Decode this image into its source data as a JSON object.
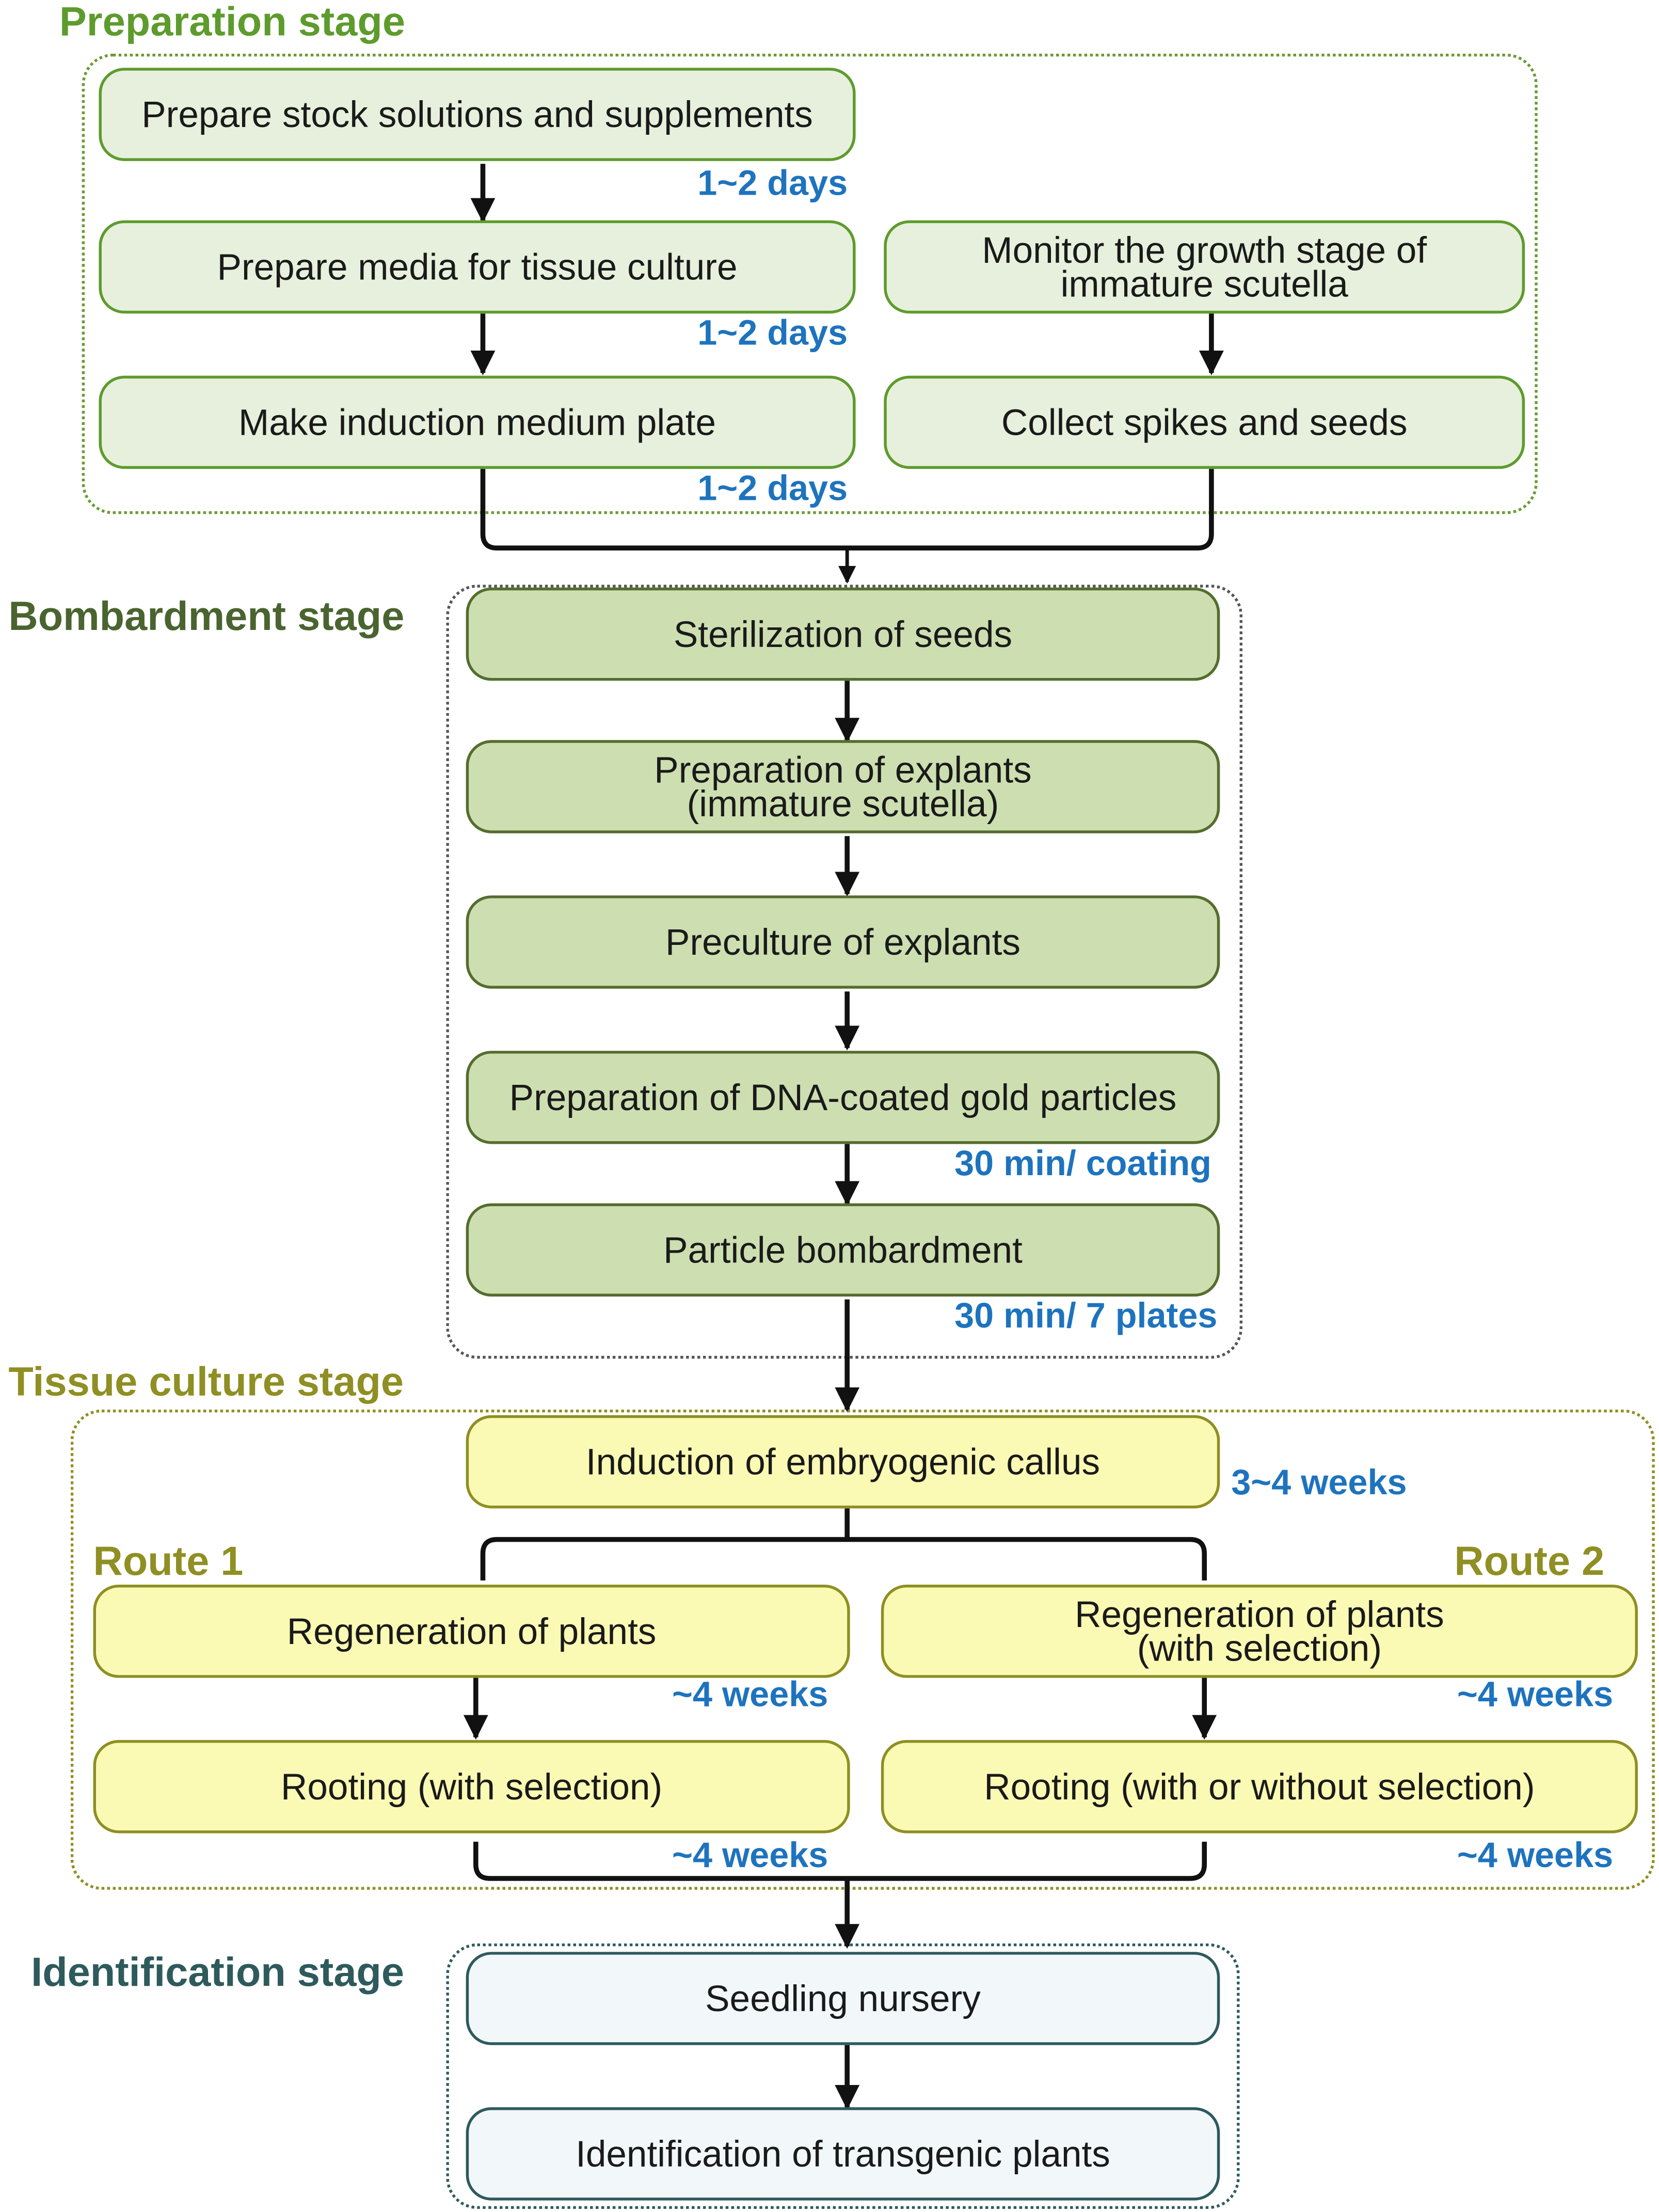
{
  "stages": {
    "preparation": {
      "title": "Preparation stage",
      "color": "#5e9b2d"
    },
    "bombardment": {
      "title": "Bombardment stage",
      "color": "#4a6430"
    },
    "tissue": {
      "title": "Tissue culture stage",
      "color": "#8f8f23"
    },
    "identification": {
      "title": "Identification stage",
      "color": "#2e5a5c"
    }
  },
  "nodes": {
    "stock": "Prepare stock solutions and supplements",
    "media": "Prepare media for tissue culture",
    "induction_plate": "Make induction medium plate",
    "monitor": "Monitor the growth stage of\nimmature scutella",
    "collect": "Collect spikes and seeds",
    "sterilization": "Sterilization of seeds",
    "explants": "Preparation of explants\n(immature scutella)",
    "preculture": "Preculture of explants",
    "dna_gold": "Preparation of DNA-coated gold particles",
    "bombardment": "Particle bombardment",
    "callus": "Induction of embryogenic callus",
    "regen1": "Regeneration of plants",
    "rooting1": "Rooting  (with selection)",
    "regen2": "Regeneration of plants\n(with selection)",
    "rooting2": "Rooting  (with or without selection)",
    "nursery": "Seedling nursery",
    "identify": "Identification of transgenic plants"
  },
  "routes": {
    "route1": "Route 1",
    "route2": "Route 2"
  },
  "durations": {
    "stock": "1~2 days",
    "media": "1~2 days",
    "induction_plate": "1~2 days",
    "dna_gold": "30 min/ coating",
    "bombardment": "30 min/ 7 plates",
    "callus": "3~4 weeks",
    "regen1": "~4 weeks",
    "rooting1": "~4 weeks",
    "regen2": "~4 weeks",
    "rooting2": "~4 weeks"
  },
  "colors": {
    "duration": "#1e73be",
    "arrow": "#111111"
  }
}
